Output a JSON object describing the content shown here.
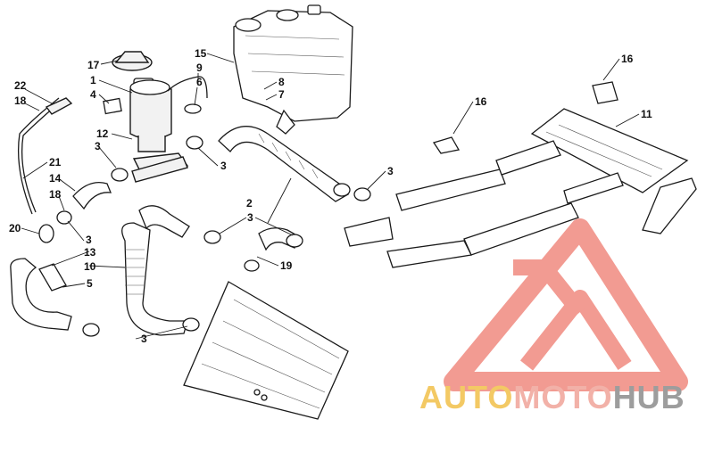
{
  "diagram": {
    "callouts": [
      {
        "id": "c17",
        "text": "17"
      },
      {
        "id": "c1",
        "text": "1"
      },
      {
        "id": "c4",
        "text": "4"
      },
      {
        "id": "c12",
        "text": "12"
      },
      {
        "id": "c15",
        "text": "15"
      },
      {
        "id": "c9",
        "text": "9"
      },
      {
        "id": "c6",
        "text": "6"
      },
      {
        "id": "c8",
        "text": "8"
      },
      {
        "id": "c7",
        "text": "7"
      },
      {
        "id": "c22",
        "text": "22"
      },
      {
        "id": "c18a",
        "text": "18"
      },
      {
        "id": "c21",
        "text": "21"
      },
      {
        "id": "c14",
        "text": "14"
      },
      {
        "id": "c18b",
        "text": "18"
      },
      {
        "id": "c20",
        "text": "20"
      },
      {
        "id": "c13",
        "text": "13"
      },
      {
        "id": "c10",
        "text": "10"
      },
      {
        "id": "c5",
        "text": "5"
      },
      {
        "id": "c3a",
        "text": "3"
      },
      {
        "id": "c3b",
        "text": "3"
      },
      {
        "id": "c3c",
        "text": "3"
      },
      {
        "id": "c3d",
        "text": "3"
      },
      {
        "id": "c3e",
        "text": "3"
      },
      {
        "id": "c3f",
        "text": "3"
      },
      {
        "id": "c2",
        "text": "2"
      },
      {
        "id": "c19",
        "text": "19"
      },
      {
        "id": "c16a",
        "text": "16"
      },
      {
        "id": "c16b",
        "text": "16"
      },
      {
        "id": "c11",
        "text": "11"
      }
    ]
  },
  "watermark": {
    "brand_part1": "AUTO",
    "brand_part2": "MOTO",
    "brand_part3": "HUB",
    "color_part1": "#f2c04a",
    "color_part2": "#f0a49a",
    "color_part3": "#8c8c8c",
    "mark_color": "#f08a80"
  }
}
